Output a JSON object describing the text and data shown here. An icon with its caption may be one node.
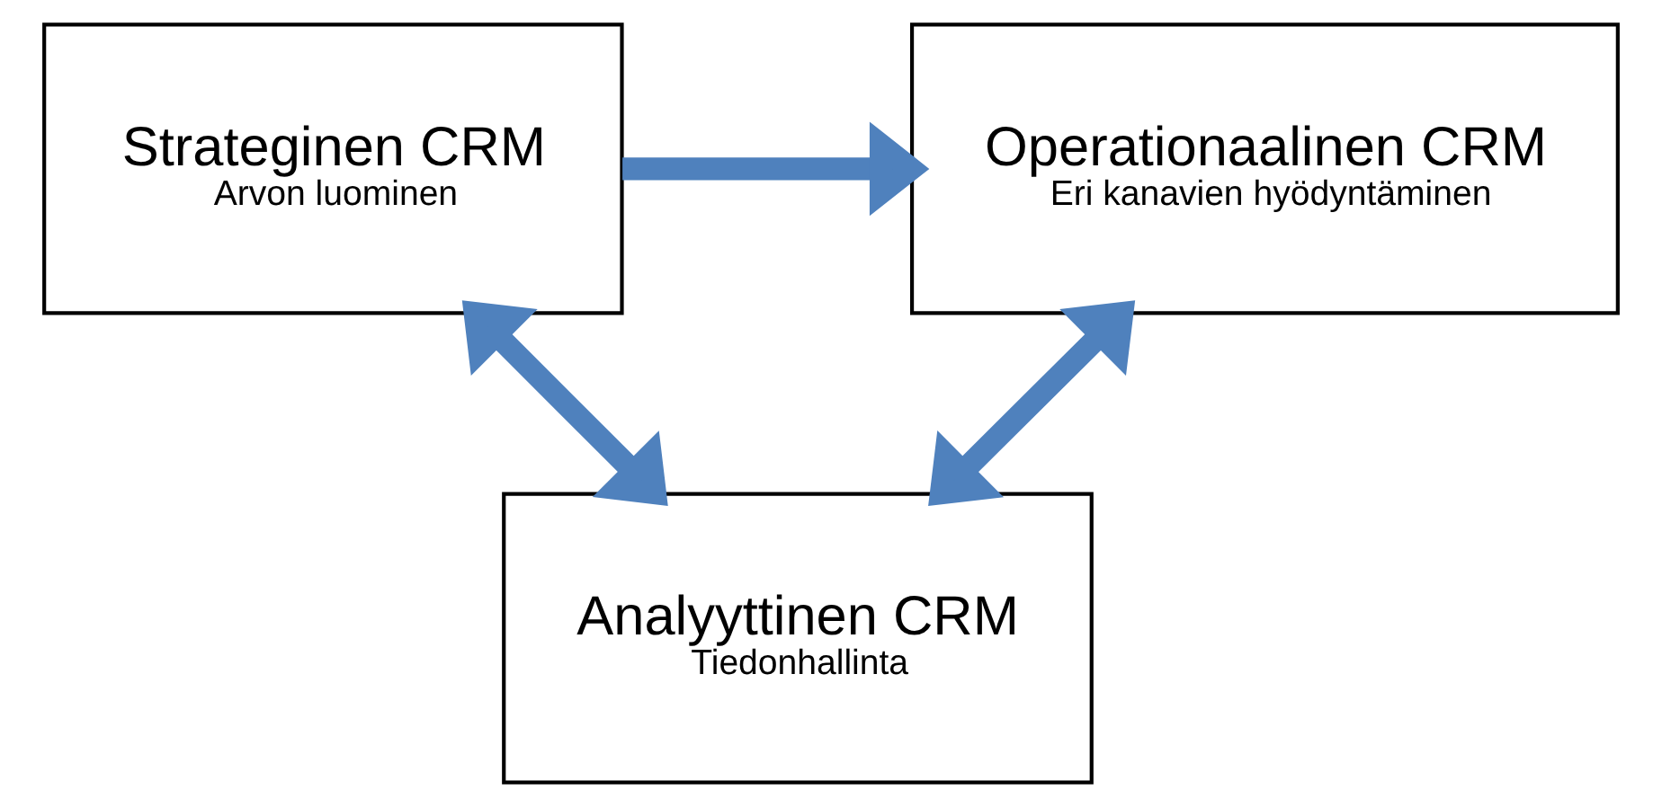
{
  "diagram": {
    "nodes": [
      {
        "text": [
          "Strateginen CRM",
          "Arvon luominen"
        ]
      },
      {
        "text": [
          "Operationaalinen CRM",
          "Eri kanavien hyödyntäminen"
        ]
      },
      {
        "text": [
          "Analyyttinen CRM",
          "Tiedonhallinta"
        ]
      }
    ],
    "edges": [
      {
        "from": 0,
        "to": 1,
        "arrow": "to"
      },
      {
        "from": 0,
        "to": 2,
        "arrow": "both"
      },
      {
        "from": 1,
        "to": 2,
        "arrow": "both"
      }
    ]
  }
}
